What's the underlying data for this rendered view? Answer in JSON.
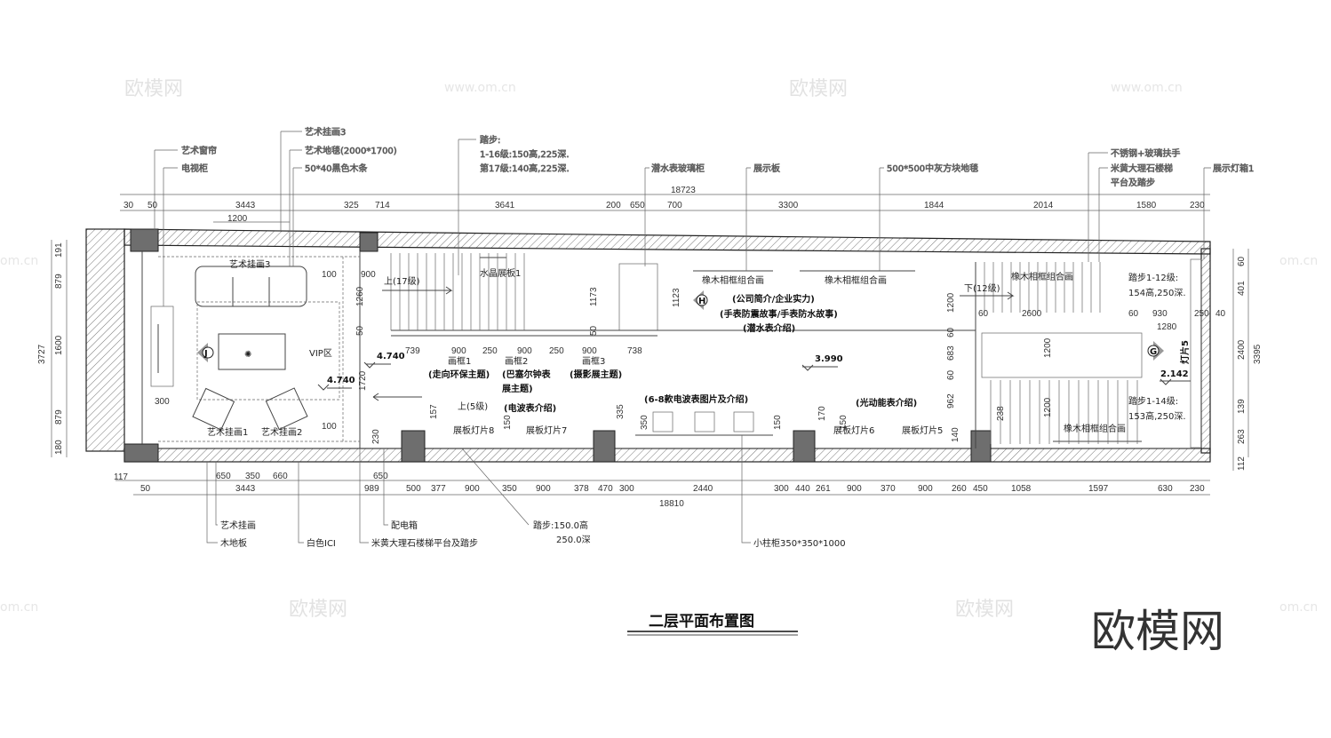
{
  "title": "二层平面布置图",
  "watermark": {
    "logo": "欧模网",
    "site": "www.om.cn",
    "site_short": "om.cn"
  },
  "annotations_top": [
    "艺术窗帘",
    "电视柜",
    "艺术挂画3",
    "艺术地毯(2000*1700)",
    "50*40黑色木条",
    "踏步:",
    "1-16级:150高,225深.",
    "第17级:140高,225深.",
    "潜水表玻璃柜",
    "展示板",
    "500*500中灰方块地毯",
    "不锈钢+玻璃扶手",
    "米黄大理石楼梯",
    "平台及踏步",
    "展示灯箱1"
  ],
  "annotations_bottom": [
    "艺术挂画",
    "木地板",
    "白色ICI",
    "配电箱",
    "米黄大理石楼梯平台及踏步",
    "踏步:150.0高",
    "250.0深",
    "小柱柜350*350*1000"
  ],
  "room_labels": [
    "艺术挂画3",
    "上(17级)",
    "水晶展板1",
    "橡木相框组合画",
    "橡木相框组合画",
    "橡木相框组合画",
    "下(12级)",
    "踏步1-12级:",
    "154高,250深.",
    "(公司简介/企业实力)",
    "(手表防震故事/手表防水故事)",
    "(潜水表介绍)",
    "VIP区",
    "画框1",
    "画框2",
    "画框3",
    "(走向环保主题)",
    "(巴塞尔钟表",
    "展主题)",
    "(摄影展主题)",
    "上(5级)",
    "(电波表介绍)",
    "(6-8款电波表图片及介绍)",
    "(光动能表介绍)",
    "灯片5",
    "踏步1-14级:",
    "153高,250深.",
    "橡木相框组合画",
    "展板灯片8",
    "展板灯片7",
    "展板灯片6",
    "展板灯片5",
    "艺术挂画1",
    "艺术挂画2"
  ],
  "markers": [
    "J",
    "H",
    "G"
  ],
  "elevations": [
    "4.740",
    "4.740",
    "3.990",
    "2.142"
  ],
  "dims_top": {
    "total": "18723",
    "segments": [
      "30",
      "50",
      "3443",
      "325",
      "714",
      "3641",
      "200",
      "650",
      "700",
      "3300",
      "1844",
      "2014",
      "1580",
      "230"
    ],
    "sub": "1200"
  },
  "dims_bottom": {
    "total": "18810",
    "segments": [
      "117",
      "50",
      "3443",
      "989",
      "500",
      "377",
      "900",
      "350",
      "900",
      "378",
      "470",
      "300",
      "2440",
      "300",
      "440",
      "261",
      "900",
      "370",
      "900",
      "260",
      "450",
      "1058",
      "1597",
      "630",
      "230"
    ],
    "sub": [
      "650",
      "350",
      "660",
      "650"
    ]
  },
  "dims_left": {
    "total": "3727",
    "segments": [
      "191",
      "879",
      "1600",
      "879",
      "180"
    ]
  },
  "dims_right": {
    "total": "3395",
    "segments": [
      "60",
      "401",
      "2400",
      "139",
      "263",
      "112"
    ]
  },
  "dims_interior": [
    "100",
    "900",
    "1260",
    "1173",
    "1123",
    "50",
    "50",
    "1200",
    "1720",
    "739",
    "900",
    "250",
    "900",
    "250",
    "900",
    "738",
    "300",
    "100",
    "230",
    "157",
    "150",
    "335",
    "350",
    "150",
    "170",
    "150",
    "140",
    "238",
    "1200",
    "962",
    "683",
    "60",
    "60",
    "60",
    "2600",
    "60",
    "930",
    "250",
    "40",
    "1280",
    "1200"
  ]
}
